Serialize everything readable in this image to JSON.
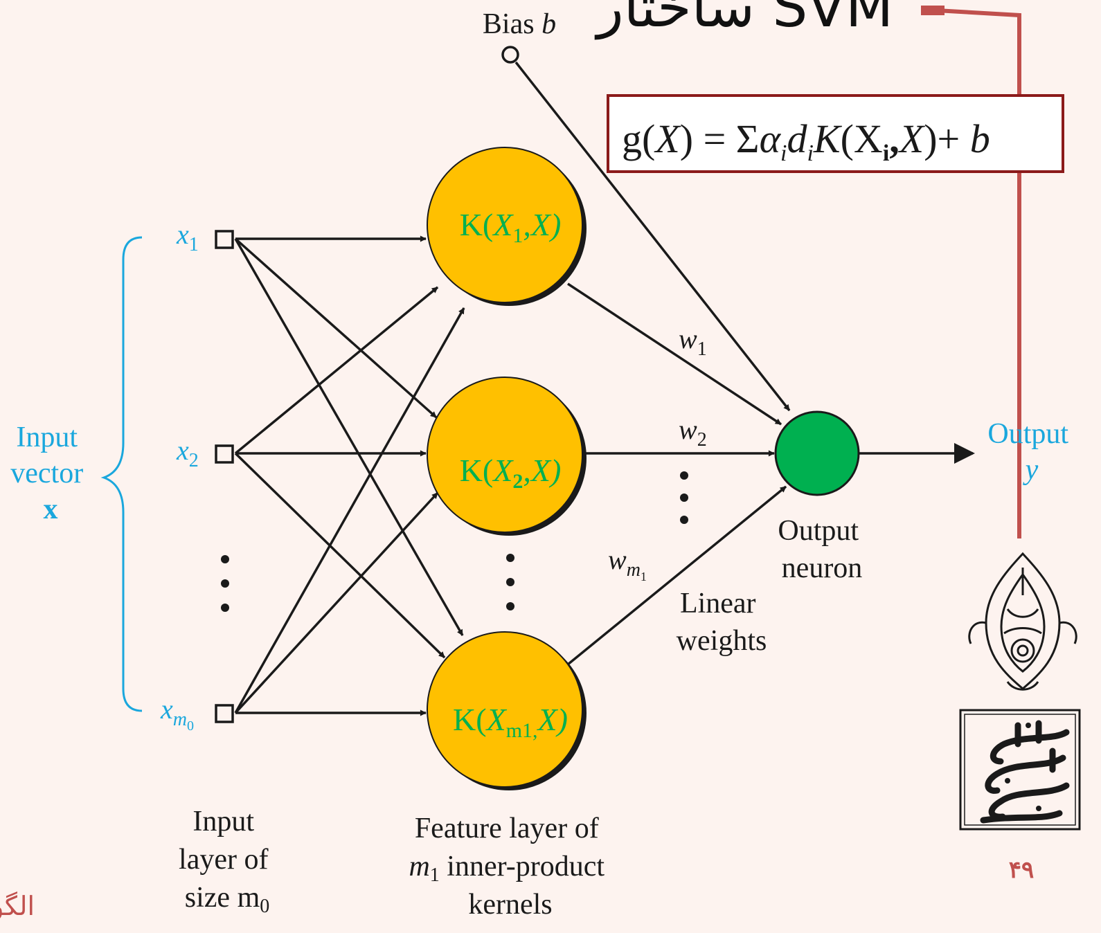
{
  "slide": {
    "title": "ساختار SVM",
    "page_number": "۴۹",
    "footer_text": "الگوش"
  },
  "formula": {
    "g": "g(",
    "X": "X",
    "eq": ") = ",
    "sigma": "Σ",
    "alpha": "α",
    "i": "i",
    "d": "d",
    "K": "K",
    "open": "(X",
    "bold_i": "i",
    "comma": ",",
    "X2": "X",
    "close": ")+ ",
    "b": "b"
  },
  "bias": {
    "label": "Bias",
    "symbol": "b"
  },
  "input": {
    "vector_label": [
      "Input",
      "vector",
      "x"
    ],
    "nodes": [
      {
        "base": "x",
        "sub": "1"
      },
      {
        "base": "x",
        "sub": "2"
      },
      {
        "base": "x",
        "sub": "m",
        "subsub": "0"
      }
    ],
    "caption": [
      "Input",
      "layer of",
      "size m",
      "0"
    ]
  },
  "kernels": {
    "nodes": [
      {
        "k": "K(",
        "x": "X",
        "sub": "1",
        "rest": ",X)"
      },
      {
        "k": "K(",
        "x": "X",
        "sub": "2",
        "rest": ",X)"
      },
      {
        "k": "K(",
        "x": "X",
        "sub": "m1,",
        "rest": "X)"
      }
    ],
    "caption": [
      "Feature layer of",
      "m",
      "1",
      " inner-product",
      "kernels"
    ]
  },
  "weights": {
    "w1": {
      "base": "w",
      "sub": "1"
    },
    "w2": {
      "base": "w",
      "sub": "2"
    },
    "wm": {
      "base": "w",
      "sub": "m",
      "subsub": "1"
    },
    "caption": [
      "Linear",
      "weights"
    ]
  },
  "output": {
    "neuron_caption": [
      "Output",
      "neuron"
    ],
    "label": [
      "Output",
      "y"
    ]
  },
  "colors": {
    "background": "#fdf3ef",
    "kernel_fill": "#ffc000",
    "output_fill": "#00b050",
    "kernel_text": "#00b050",
    "input_blue": "#1aa7dd",
    "accent_red": "#c0504d",
    "formula_border": "#8b1a1a",
    "logo_dark": "#1a1a1a"
  },
  "icons": [
    "university-emblem-icon",
    "university-logotype-icon"
  ]
}
